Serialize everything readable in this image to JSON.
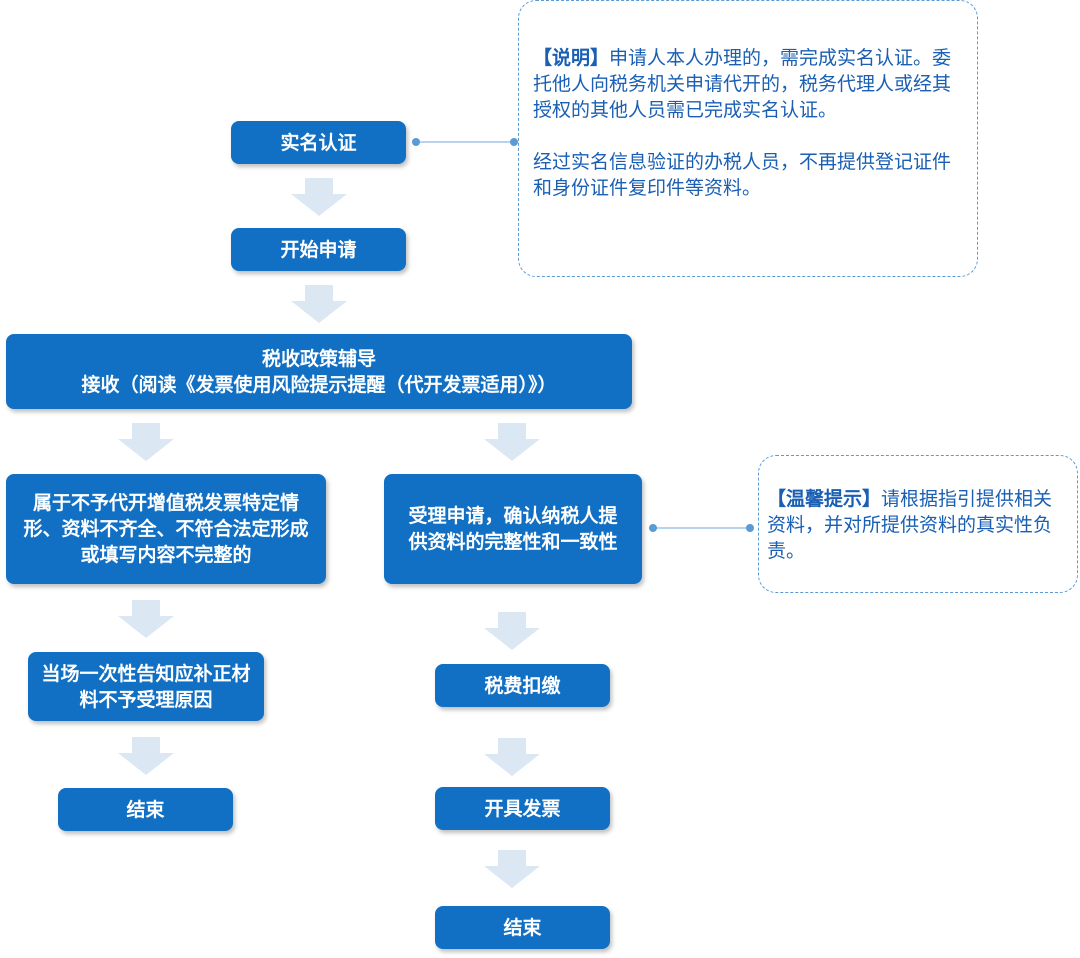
{
  "colors": {
    "box": "#1170c4",
    "arrow": "#dce7f4",
    "note_text": "#1a5fb4",
    "note_border": "#5b9bd5"
  },
  "flow": {
    "real_name": "实名认证",
    "start": "开始申请",
    "policy_line1": "税收政策辅导",
    "policy_line2": "接收（阅读《发票使用风险提示提醒（代开发票适用）》）",
    "reject_case": "属于不予代开增值税发票特定情形、资料不齐全、不符合法定形成或填写内容不完整的",
    "accept_case": "受理申请，确认纳税人提供资料的完整性和一致性",
    "inform": "当场一次性告知应补正材料不予受理原因",
    "end_left": "结束",
    "tax_deduct": "税费扣缴",
    "issue_invoice": "开具发票",
    "end_right": "结束"
  },
  "notes": {
    "explain_tag": "【说明】",
    "explain_text": "申请人本人办理的，需完成实名认证。委托他人向税务机关申请代开的，税务代理人或经其授权的其他人员需已完成实名认证。",
    "explain_text2": "经过实名信息验证的办税人员，不再提供登记证件和身份证件复印件等资料。",
    "tip_tag": "【温馨提示】",
    "tip_text": "请根据指引提供相关资料，并对所提供资料的真实性负责。"
  }
}
